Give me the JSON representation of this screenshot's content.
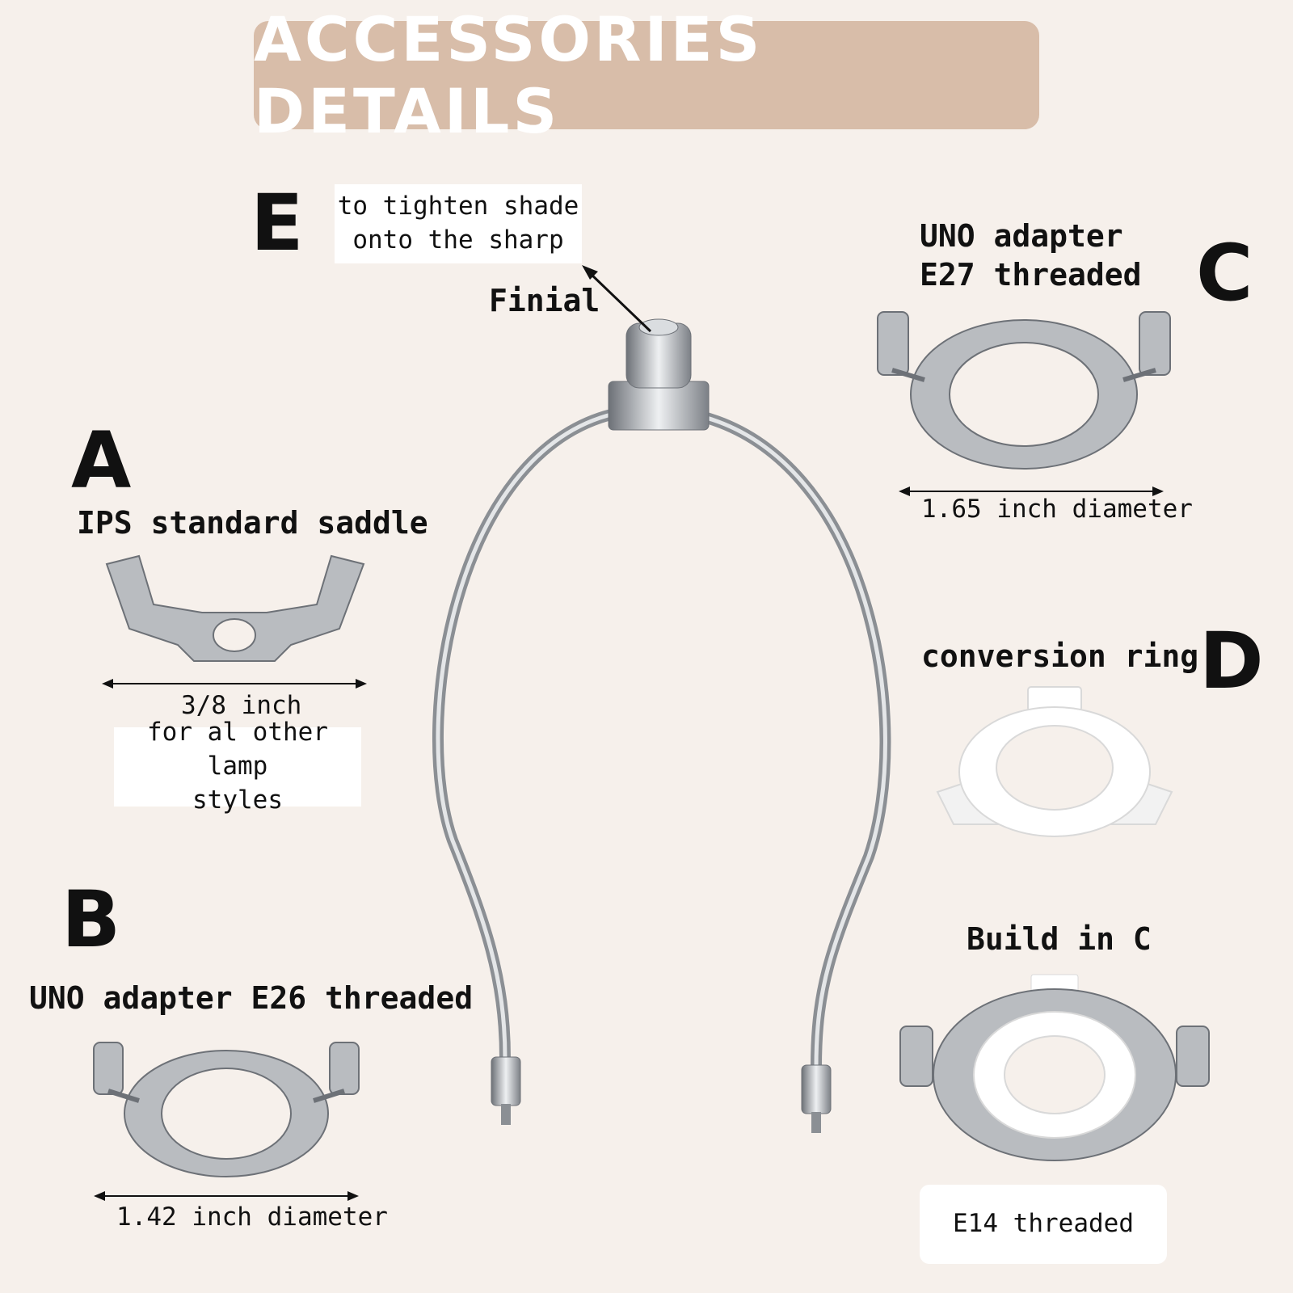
{
  "title": "ACCESSORIES DETAILS",
  "finial": {
    "letter": "E",
    "note_line1": "to tighten shade",
    "note_line2": "onto the sharp",
    "label": "Finial"
  },
  "saddle": {
    "letter": "A",
    "label": "IPS standard saddle",
    "dimension": "3/8 inch",
    "note_line1": "for al other lamp",
    "note_line2": "styles"
  },
  "uno_e26": {
    "letter": "B",
    "label": "UNO adapter E26 threaded",
    "dimension": "1.42 inch diameter"
  },
  "uno_e27": {
    "letter": "C",
    "label_line1": "UNO adapter",
    "label_line2": "E27 threaded",
    "dimension": "1.65 inch diameter"
  },
  "conversion": {
    "letter": "D",
    "label": "conversion ring"
  },
  "build_in": {
    "label": "Build in C",
    "note": "E14 threaded"
  },
  "colors": {
    "background": "#f6f0eb",
    "banner": "#d8bda9",
    "metal": "#b9bcc0"
  }
}
